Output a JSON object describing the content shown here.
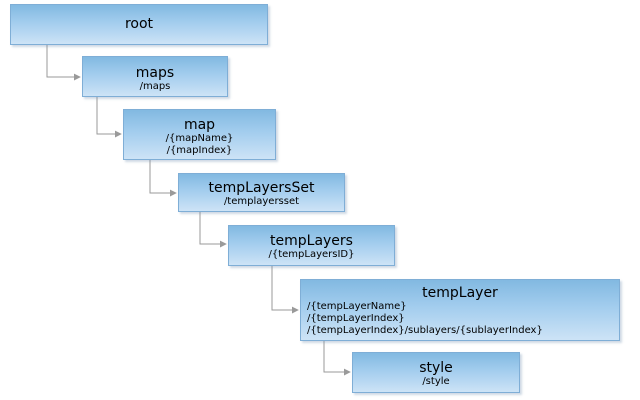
{
  "nodes": {
    "root": {
      "title": "root"
    },
    "maps": {
      "title": "maps",
      "path": "/maps"
    },
    "map": {
      "title": "map",
      "paths": [
        "/{mapName}",
        "/{mapIndex}"
      ]
    },
    "tempLayersSet": {
      "title": "tempLayersSet",
      "path": "/templayersset"
    },
    "tempLayers": {
      "title": "tempLayers",
      "path": "/{tempLayersID}"
    },
    "tempLayer": {
      "title": "tempLayer",
      "paths": [
        "/{tempLayerName}",
        "/{tempLayerIndex}",
        "/{tempLayerIndex}/sublayers/{sublayerIndex}"
      ]
    },
    "style": {
      "title": "style",
      "path": "/style"
    }
  },
  "colors": {
    "connector": "#9a9a9a",
    "border": "#7faed6",
    "fill_top": "#82b9e1",
    "fill_bottom": "#cde3f6"
  }
}
